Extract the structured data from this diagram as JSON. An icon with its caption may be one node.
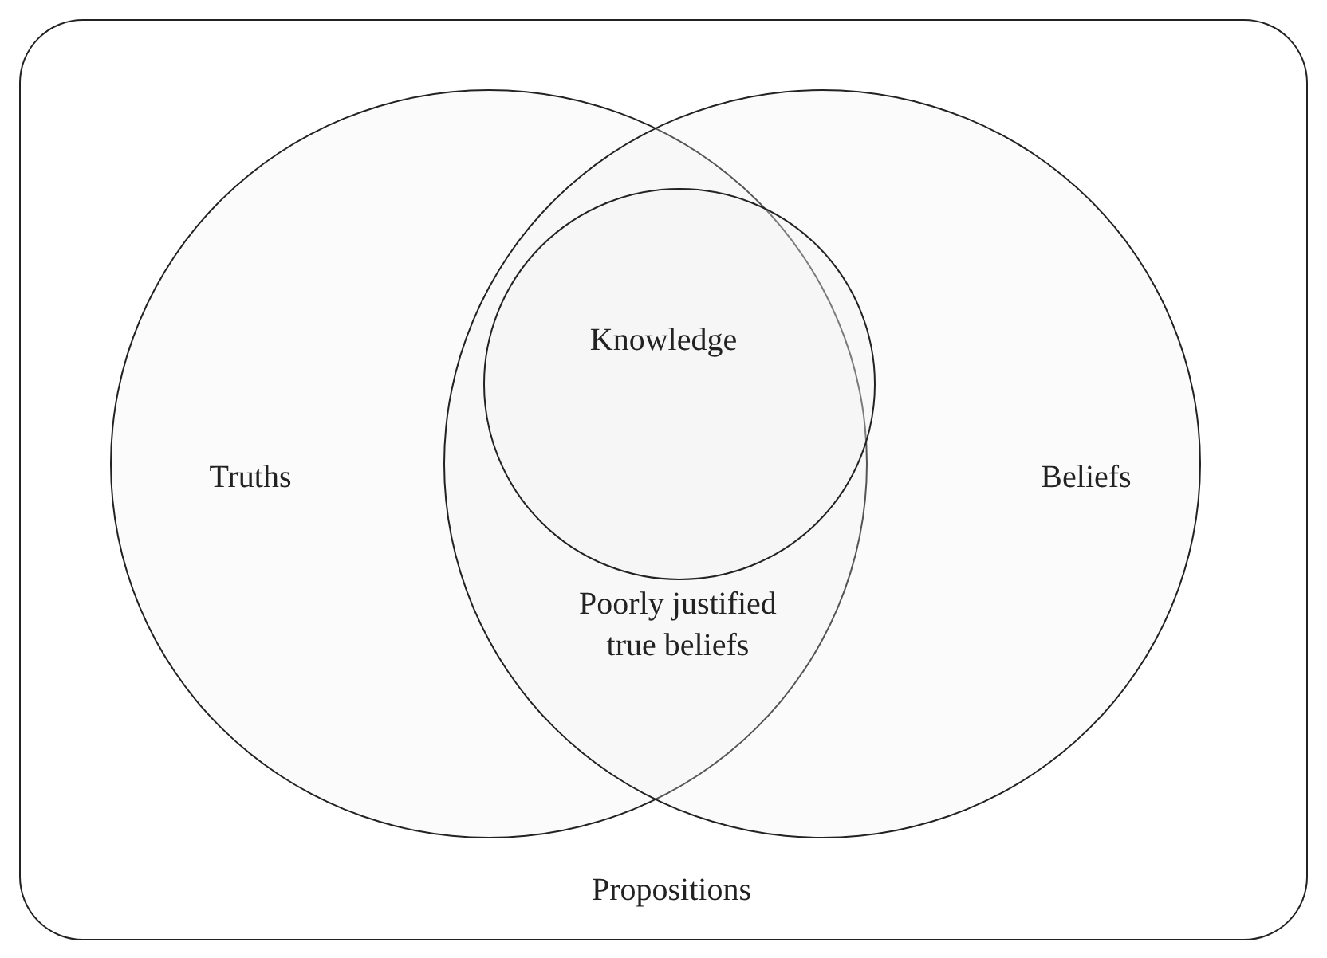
{
  "diagram": {
    "nodes": [
      {
        "text": [
          "Propositions"
        ]
      },
      {
        "text": [
          "Truths"
        ],
        "in": 0
      },
      {
        "text": [
          "Beliefs"
        ],
        "in": 0
      },
      {
        "text": [
          "Knowledge"
        ]
      }
    ],
    "labels": [
      "Poorly justified true beliefs"
    ]
  }
}
